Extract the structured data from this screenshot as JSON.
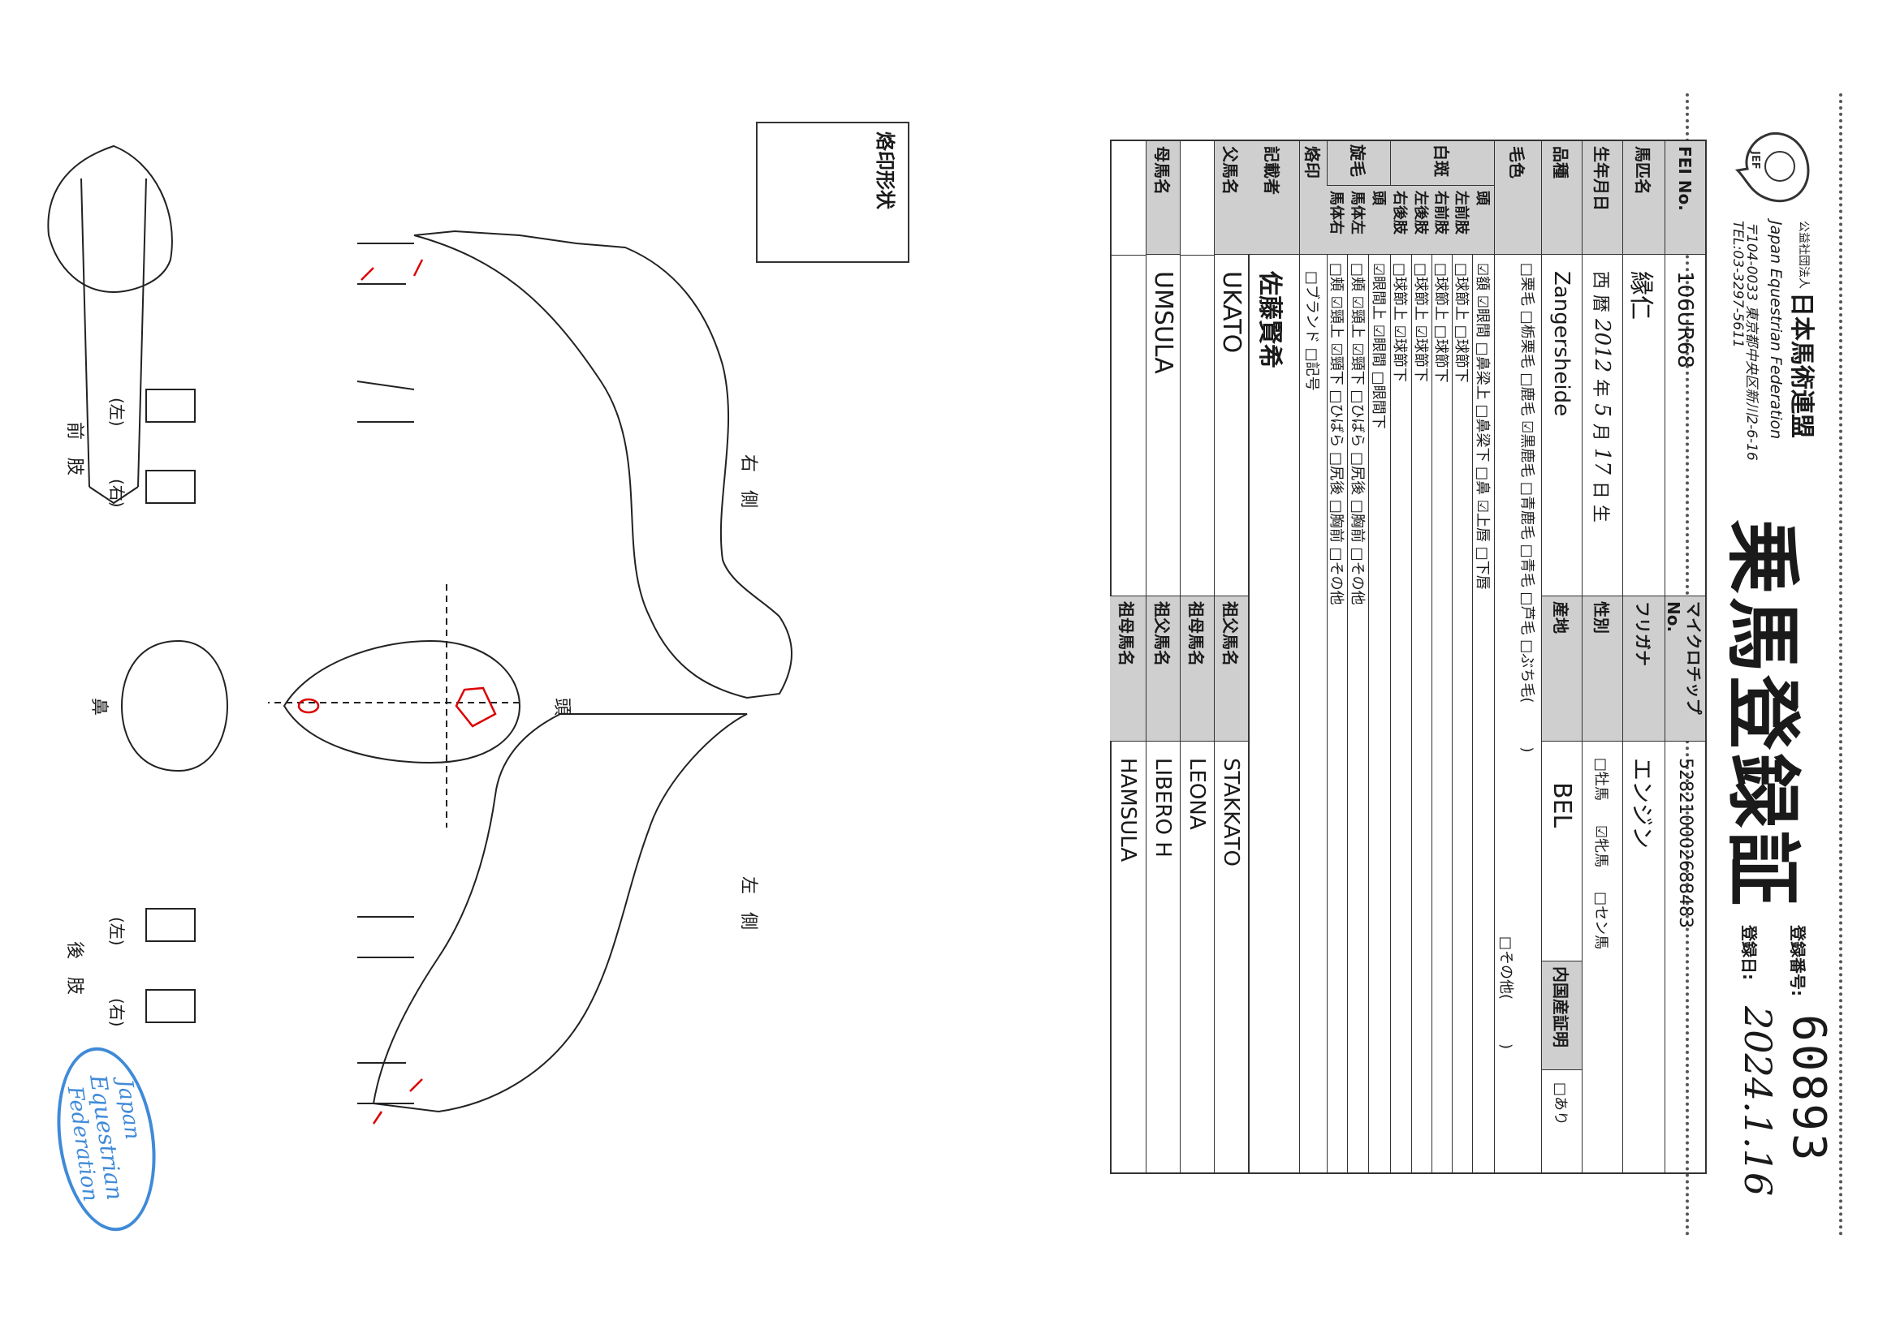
{
  "header": {
    "title": "乗馬登録証",
    "org_prefix": "公益社団法人",
    "org_name": "日本馬術連盟",
    "org_en": "Japan Equestrian Federation",
    "address": "〒104-0033 東京都中央区新川2-6-16",
    "tel": "TEL:03-3297-5611",
    "logo_text": "JEF",
    "reg_no_label": "登録番号:",
    "reg_no": "60893",
    "reg_date_label": "登録日:",
    "reg_date": "2024.1.16"
  },
  "form": {
    "fei_label": "FEI No.",
    "fei_value": "106UR68",
    "chip_label": "マイクロチップNo.",
    "chip_value": "528210002688483",
    "name_label": "馬匹名",
    "name_value": "縁仁",
    "furigana_label": "フリガナ",
    "furigana_value": "エンジン",
    "birth_label": "生年月日",
    "birth_era": "西 暦",
    "birth_year": "2012",
    "birth_year_suffix": "年",
    "birth_month": "5",
    "birth_month_suffix": "月",
    "birth_day": "17",
    "birth_day_suffix": "日 生",
    "sex_label": "性別",
    "sex_options": [
      "□牡馬",
      "☑牝馬",
      "□セン馬"
    ],
    "breed_label": "品種",
    "breed_value": "Zangersheide",
    "origin_label": "産地",
    "origin_value": "BEL",
    "domestic_label": "内国産証明",
    "domestic_option": "□あり",
    "coat_label": "毛色",
    "coat_options_1": "□栗毛 □栃栗毛 □鹿毛 ☑黒鹿毛 □青鹿毛 □青毛 □芦毛 □ぶち毛(　　　)",
    "coat_options_2": "□その他(　　　)",
    "white_label": "白斑",
    "white_head_label": "頭",
    "white_head_options": "☑額 ☑眼間 □鼻梁上 □鼻梁下 □鼻 ☑上唇 □下唇",
    "white_lf_label": "左前肢",
    "white_lf_options": "□球節上 □球節下",
    "white_rf_label": "右前肢",
    "white_rf_options": "□球節上 □球節下",
    "white_lh_label": "左後肢",
    "white_lh_options": "□球節上 ☑球節下",
    "white_rh_label": "右後肢",
    "white_rh_options": "□球節上 ☑球節下",
    "whorl_label": "旋毛",
    "whorl_head_label": "頭",
    "whorl_head_options": "☑眼間上 ☑眼間 □眼間下",
    "whorl_left_label": "馬体左",
    "whorl_left_options": "□頬 ☑頸上 ☑頸下 □ひばら □尻後 □胸前 □その他",
    "whorl_right_label": "馬体右",
    "whorl_right_options": "□頬 ☑頸上 ☑頸下 □ひばら □尻後 □胸前 □その他",
    "brand_label": "烙印",
    "brand_options": "□ブランド □記号",
    "recorder_label": "記載者",
    "recorder_value": "佐藤賢希",
    "sire_label": "父馬名",
    "sire_value": "UKATO",
    "sire_sire_label": "祖父馬名",
    "sire_sire_value": "STAKKATO",
    "sire_dam_label": "祖母馬名",
    "sire_dam_value": "LEONA",
    "dam_label": "母馬名",
    "dam_value": "UMSULA",
    "dam_sire_label": "祖父馬名",
    "dam_sire_value": "LIBERO H",
    "dam_dam_label": "祖母馬名",
    "dam_dam_value": "HAMSULA"
  },
  "diagram": {
    "brand_box_label": "烙印形状",
    "right_side_label": "右　側",
    "left_side_label": "左　側",
    "head_label": "頭",
    "nose_label": "鼻",
    "front_legs_label": "前　肢",
    "hind_legs_label": "後　肢",
    "left_mark": "(左)",
    "right_mark": "(右)",
    "stamp_line1": "Japan",
    "stamp_line2": "Equestrian",
    "stamp_line3": "Federation"
  }
}
